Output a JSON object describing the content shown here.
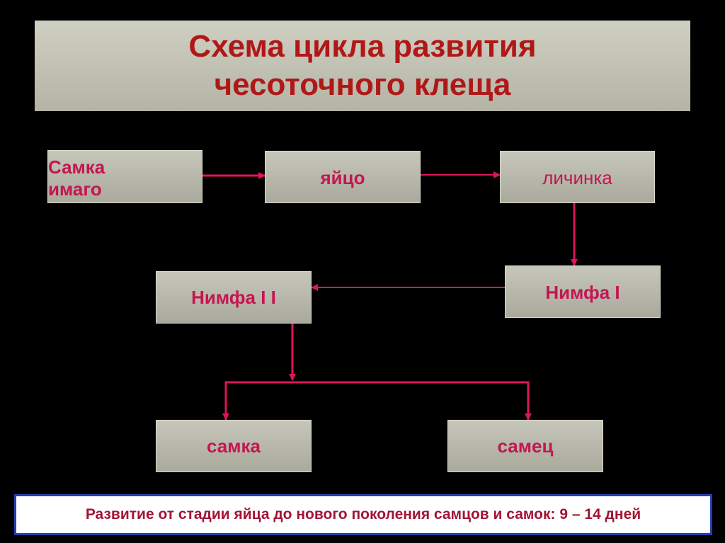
{
  "title": {
    "line1": "Схема цикла развития",
    "line2": "чесоточного клеща"
  },
  "nodes": {
    "female_imago": {
      "line1": "Самка",
      "line2": "имаго"
    },
    "egg": "яйцо",
    "larva": "личинка",
    "nymph_1": "Нимфа I",
    "nymph_2": "Нимфа I I",
    "female": "самка",
    "male": "самец"
  },
  "footer": "Развитие от стадии яйца до нового поколения самцов и самок: 9 – 14 дней",
  "colors": {
    "background": "#000000",
    "title_text": "#b01818",
    "node_text": "#c41650",
    "connector": "#e0145a",
    "footer_border": "#2040b0",
    "footer_text": "#a21434"
  }
}
